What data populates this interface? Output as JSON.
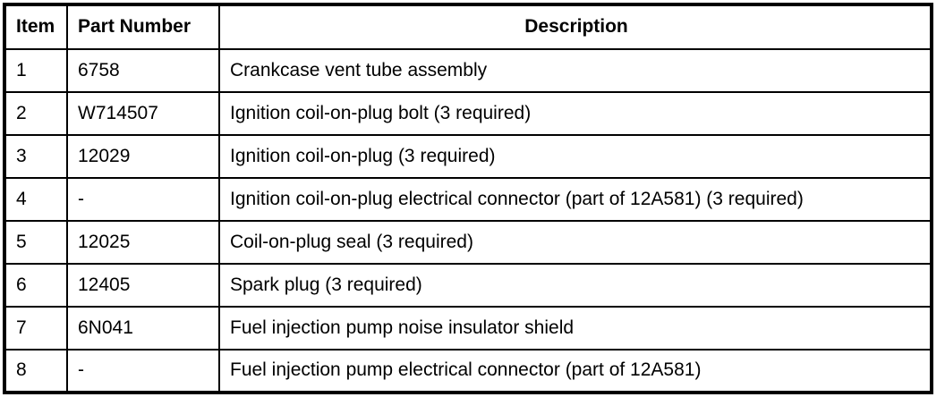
{
  "table": {
    "headers": [
      "Item",
      "Part Number",
      "Description"
    ],
    "rows": [
      {
        "item": "1",
        "part_number": "6758",
        "description": "Crankcase vent tube assembly"
      },
      {
        "item": "2",
        "part_number": "W714507",
        "description": "Ignition coil-on-plug bolt (3 required)"
      },
      {
        "item": "3",
        "part_number": "12029",
        "description": "Ignition coil-on-plug (3 required)"
      },
      {
        "item": "4",
        "part_number": "-",
        "description": "Ignition coil-on-plug electrical connector (part of 12A581) (3 required)"
      },
      {
        "item": "5",
        "part_number": "12025",
        "description": "Coil-on-plug seal (3 required)"
      },
      {
        "item": "6",
        "part_number": "12405",
        "description": "Spark plug (3 required)"
      },
      {
        "item": "7",
        "part_number": "6N041",
        "description": "Fuel injection pump noise insulator shield"
      },
      {
        "item": "8",
        "part_number": "-",
        "description": "Fuel injection pump electrical connector (part of 12A581)"
      }
    ],
    "colors": {
      "border": "#000000",
      "text": "#000000",
      "background": "#ffffff"
    }
  }
}
